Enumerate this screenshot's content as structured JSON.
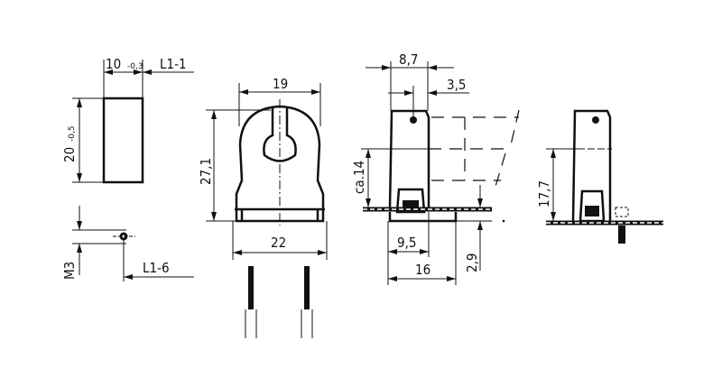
{
  "views": {
    "cover": {
      "width": "10",
      "width_tol": "-0,3",
      "width_ref": "L1-1",
      "height": "20",
      "height_tol": "-0,5"
    },
    "screw": {
      "thread": "M3",
      "ref": "L1-6"
    },
    "front": {
      "top_width": "19",
      "height": "27,1",
      "base_width": "22"
    },
    "side": {
      "width": "8,7",
      "offset": "3,5",
      "height": "ca.14",
      "base_depth": "9,5",
      "total_depth": "16",
      "plate": "2,9"
    },
    "side_mounted": {
      "height": "17,7"
    }
  }
}
